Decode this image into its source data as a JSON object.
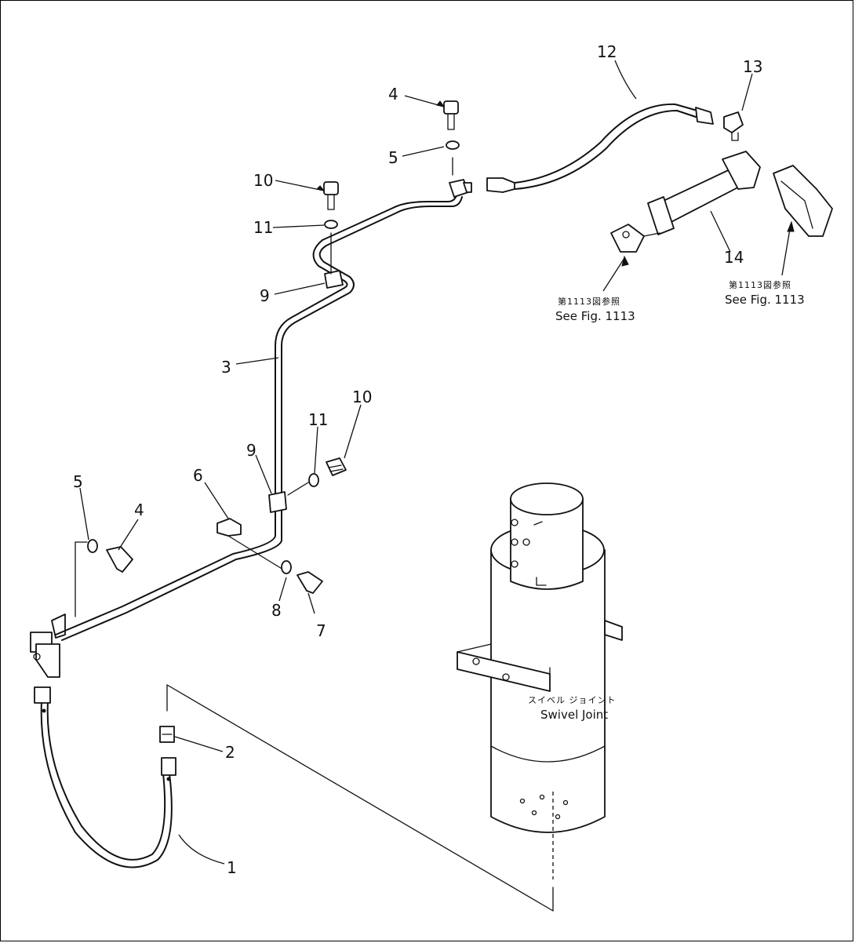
{
  "callouts": [
    {
      "id": "1",
      "text": "1"
    },
    {
      "id": "2",
      "text": "2"
    },
    {
      "id": "3",
      "text": "3"
    },
    {
      "id": "4a",
      "text": "4"
    },
    {
      "id": "4b",
      "text": "4"
    },
    {
      "id": "5a",
      "text": "5"
    },
    {
      "id": "5b",
      "text": "5"
    },
    {
      "id": "6",
      "text": "6"
    },
    {
      "id": "7",
      "text": "7"
    },
    {
      "id": "8",
      "text": "8"
    },
    {
      "id": "9a",
      "text": "9"
    },
    {
      "id": "9b",
      "text": "9"
    },
    {
      "id": "10a",
      "text": "10"
    },
    {
      "id": "10b",
      "text": "10"
    },
    {
      "id": "11a",
      "text": "11"
    },
    {
      "id": "11b",
      "text": "11"
    },
    {
      "id": "12",
      "text": "12"
    },
    {
      "id": "13",
      "text": "13"
    },
    {
      "id": "14",
      "text": "14"
    }
  ],
  "notes": {
    "see_fig_left_ja": "第1113図参照",
    "see_fig_left_en": "See Fig. 1113",
    "see_fig_right_ja": "第1113図参照",
    "see_fig_right_en": "See Fig. 1113",
    "swivel_ja": "スイベル ジョイント",
    "swivel_en": "Swivel Joint"
  }
}
